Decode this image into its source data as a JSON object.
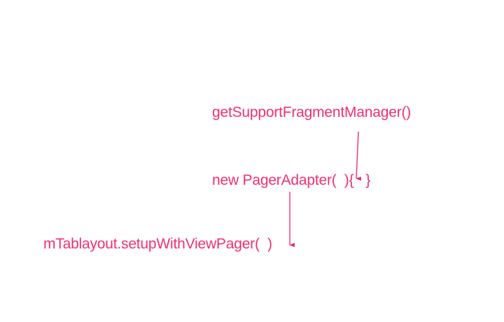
{
  "diagram": {
    "color": "#f0306e",
    "lines": {
      "top": "getSupportFragmentManager()",
      "middle": "new PagerAdapter(  ){   }",
      "bottom": "mTablayout.setupWithViewPager(  )"
    }
  }
}
